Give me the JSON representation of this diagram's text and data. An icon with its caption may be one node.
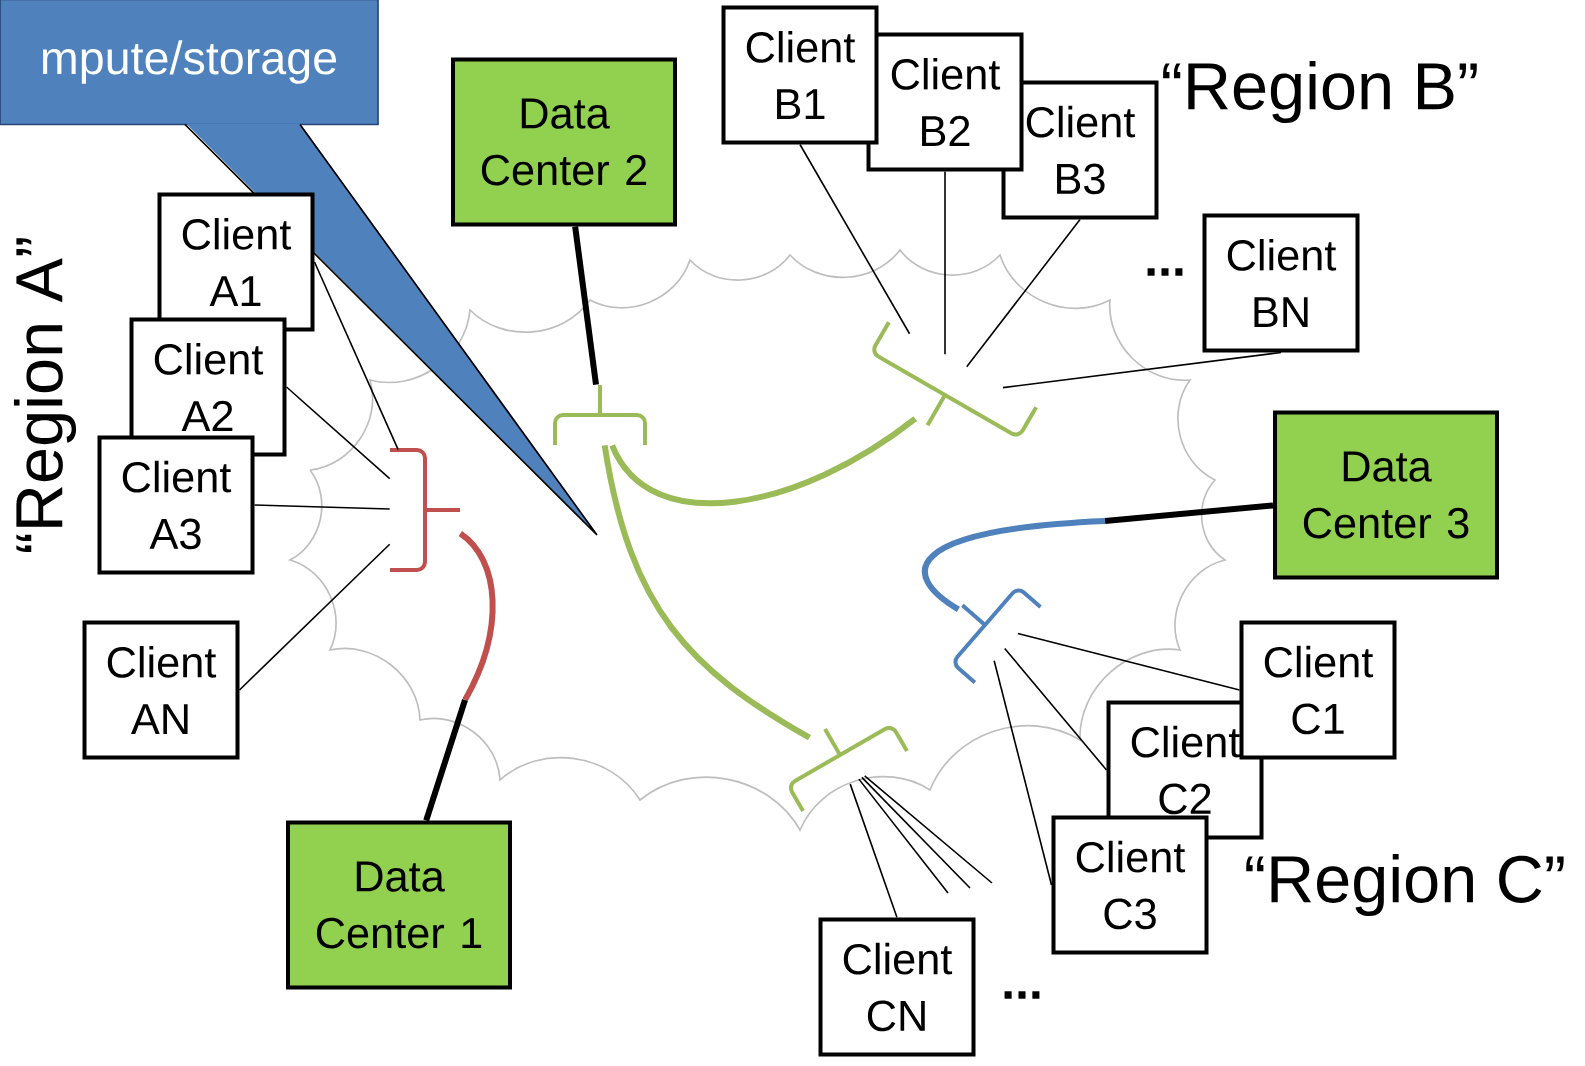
{
  "diagram": {
    "nodes": [
      {
        "text": [
          "mpute/storage"
        ]
      },
      {
        "text": [
          "Data Center 2"
        ]
      },
      {
        "text": [
          "Client A1"
        ]
      },
      {
        "text": [
          "Client A2"
        ]
      },
      {
        "text": [
          "Client A3"
        ]
      },
      {
        "text": [
          "Client AN"
        ]
      },
      {
        "text": [
          "Client B1"
        ]
      },
      {
        "text": [
          "Client B2"
        ]
      },
      {
        "text": [
          "Client B3"
        ]
      },
      {
        "text": [
          "Client BN"
        ]
      },
      {
        "text": [
          "Data Center 3"
        ]
      },
      {
        "text": [
          "Client C1"
        ]
      },
      {
        "text": [
          "Client C2"
        ]
      },
      {
        "text": [
          "Client C3"
        ]
      },
      {
        "text": [
          "Data Center 1"
        ]
      },
      {
        "text": [
          "Client CN"
        ]
      },
      {
        "text": [],
        "shape": "bracket"
      },
      {
        "text": [],
        "shape": "bracket"
      },
      {
        "text": [],
        "shape": "bracket"
      },
      {
        "text": [],
        "shape": "bracket"
      },
      {
        "text": [],
        "shape": "bracket"
      }
    ],
    "edges": [
      {
        "from": 2,
        "to": 16,
        "arrow": "none"
      },
      {
        "from": 3,
        "to": 16,
        "arrow": "none"
      },
      {
        "from": 4,
        "to": 16,
        "arrow": "none"
      },
      {
        "from": 5,
        "to": 16,
        "arrow": "none"
      },
      {
        "from": 16,
        "to": 14,
        "arrow": "none",
        "style": "thick",
        "color": "#c0504d"
      },
      {
        "from": 1,
        "to": 17,
        "arrow": "none",
        "style": "thick"
      },
      {
        "from": 17,
        "to": 18,
        "arrow": "none",
        "style": "thick",
        "color": "#9bbb59"
      },
      {
        "from": 17,
        "to": 20,
        "arrow": "none",
        "style": "thick",
        "color": "#9bbb59"
      },
      {
        "from": 6,
        "to": 18,
        "arrow": "none"
      },
      {
        "from": 7,
        "to": 18,
        "arrow": "none"
      },
      {
        "from": 8,
        "to": 18,
        "arrow": "none"
      },
      {
        "from": 9,
        "to": 18,
        "arrow": "none"
      },
      {
        "from": 10,
        "to": 19,
        "arrow": "none",
        "style": "thick",
        "color": "#4f81bd"
      },
      {
        "from": 19,
        "to": 11,
        "arrow": "none"
      },
      {
        "from": 19,
        "to": 12,
        "arrow": "none"
      },
      {
        "from": 19,
        "to": 13,
        "arrow": "none"
      },
      {
        "from": 20,
        "to": 15,
        "arrow": "none"
      },
      {
        "from": 20,
        "to": null,
        "arrow": "none"
      },
      {
        "from": 20,
        "to": null,
        "arrow": "none"
      },
      {
        "from": 20,
        "to": null,
        "arrow": "none"
      }
    ],
    "labels": [
      "“Region A”",
      "“Region B”",
      "“Region C”",
      "...",
      "..."
    ]
  }
}
